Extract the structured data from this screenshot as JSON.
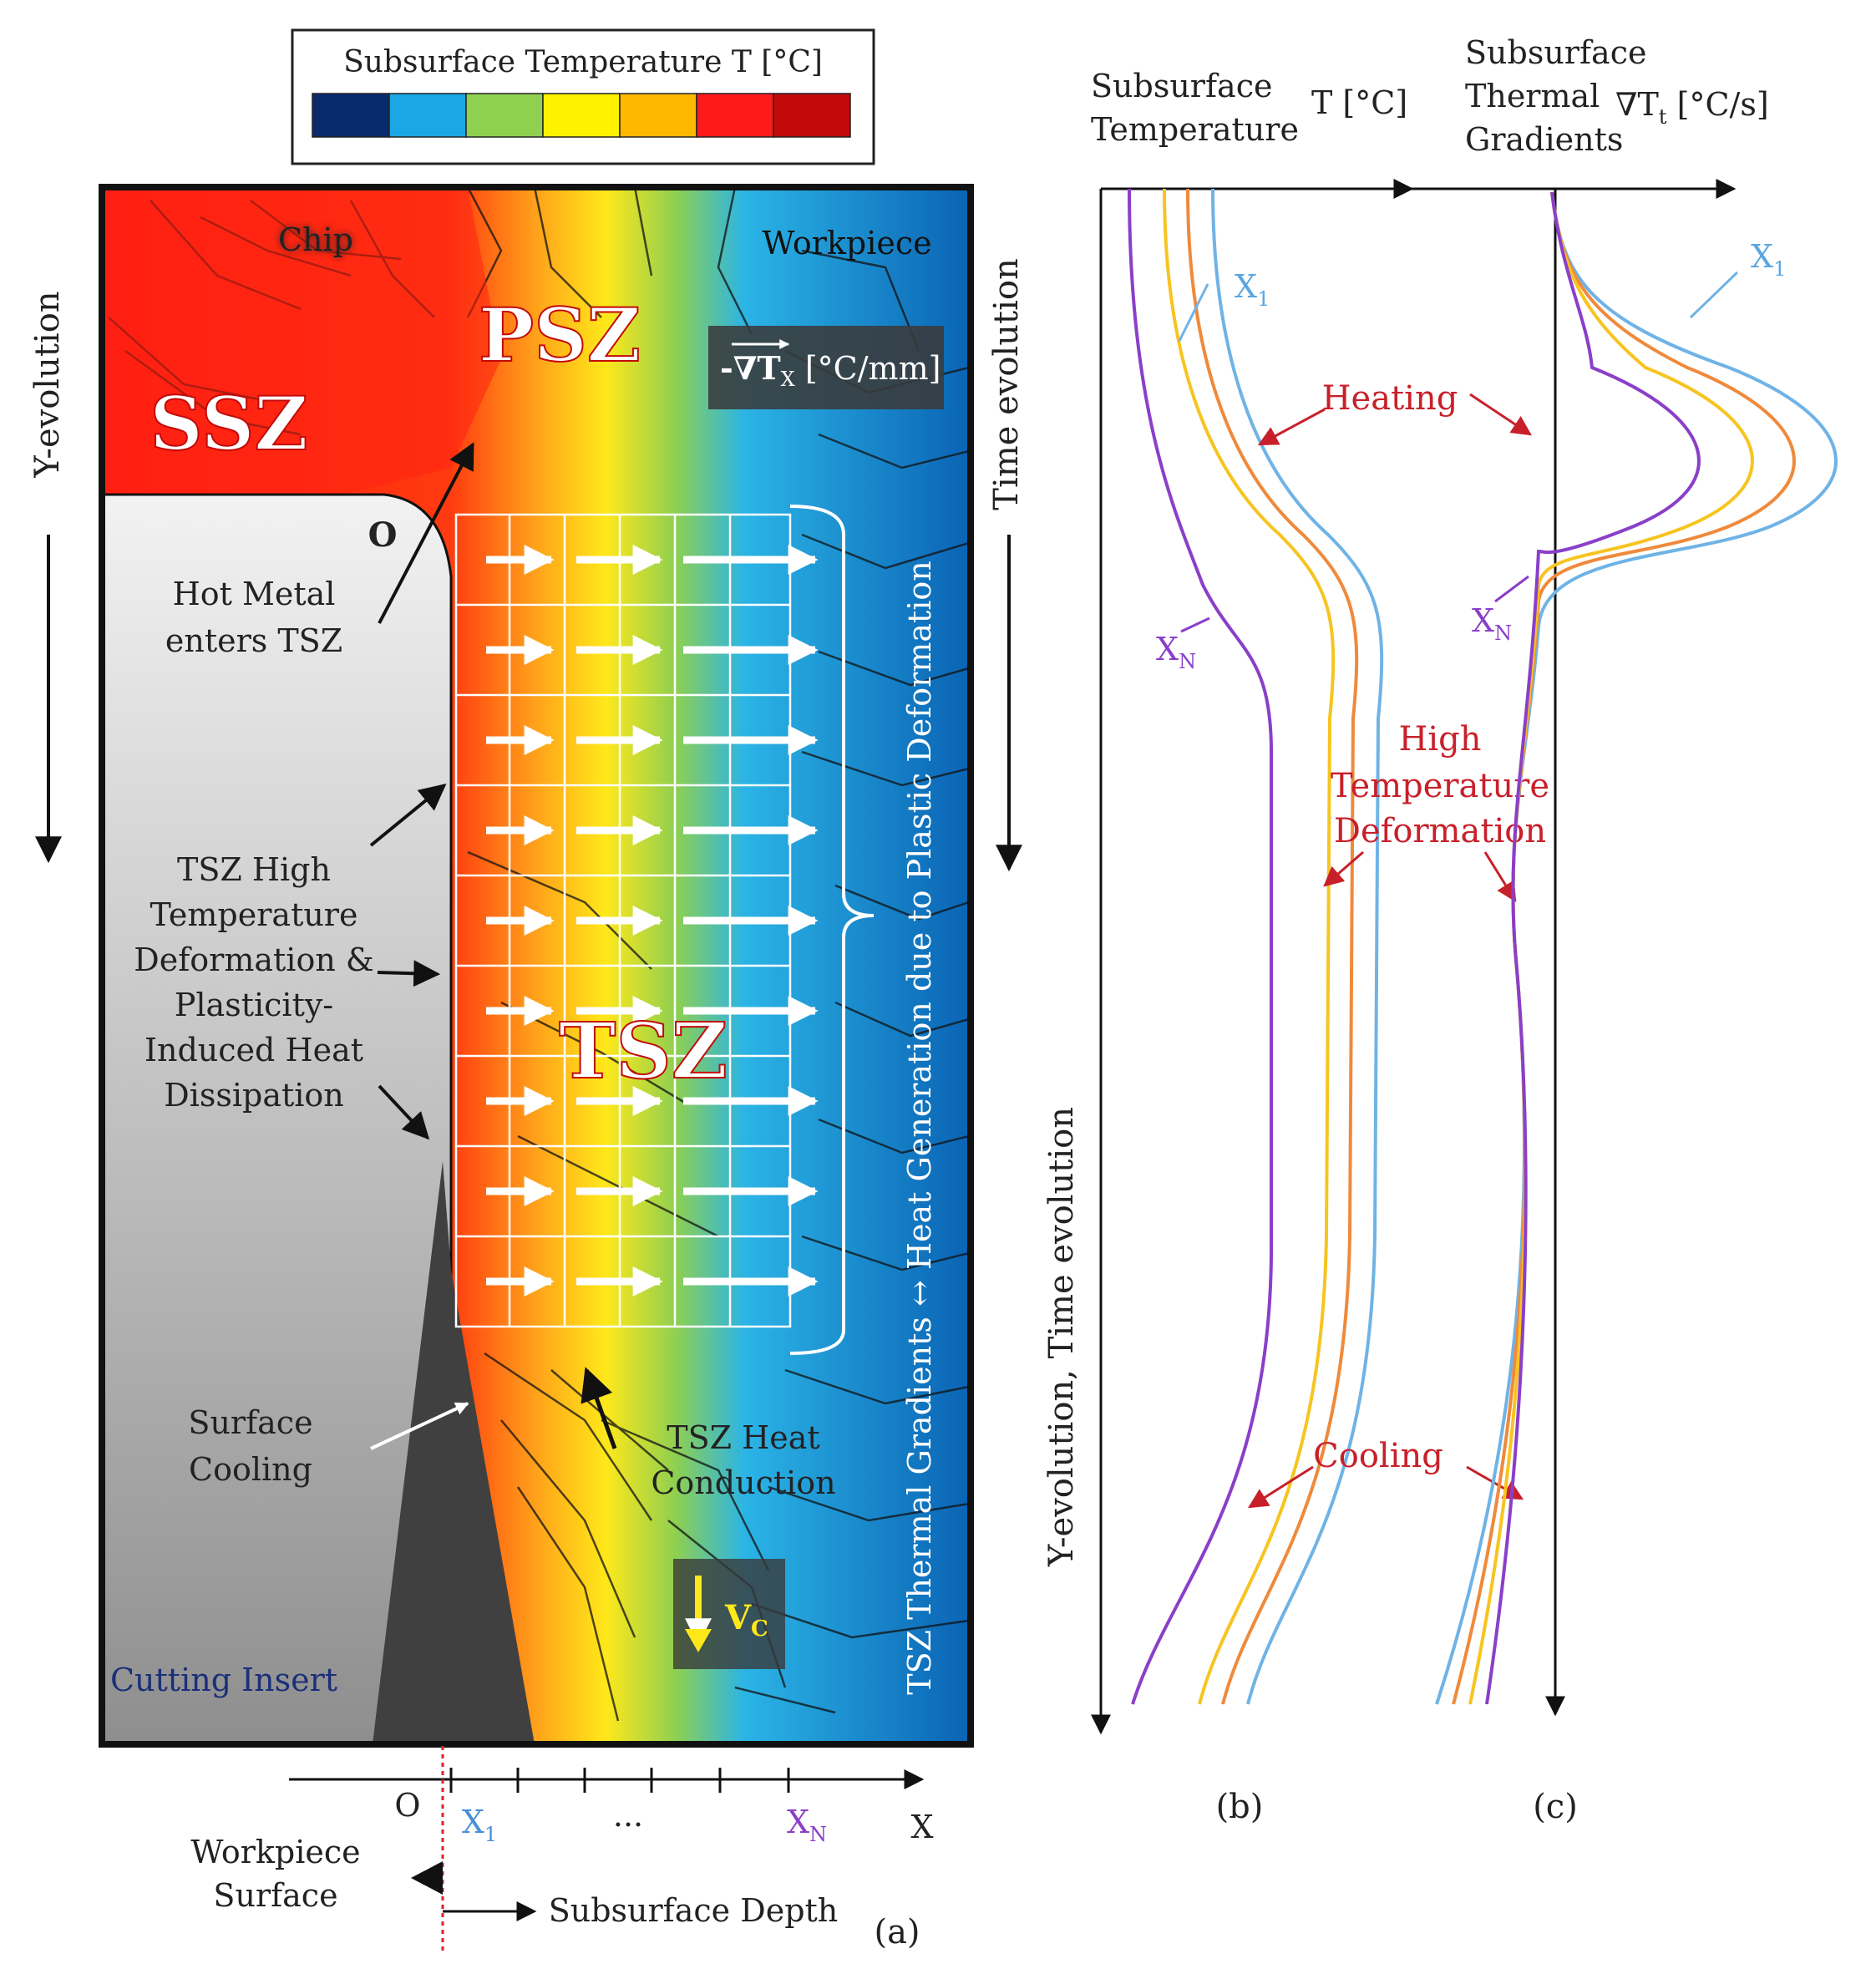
{
  "legend": {
    "title": "Subsurface Temperature T [°C]",
    "colors": [
      "#0a2a6e",
      "#1ba7e6",
      "#8fd050",
      "#fff200",
      "#ffb800",
      "#ff1a1a",
      "#c20a0a"
    ]
  },
  "panel_a": {
    "chip": "Chip",
    "workpiece": "Workpiece",
    "psz": "PSZ",
    "ssz": "SSZ",
    "tsz": "TSZ",
    "origin_o": "O",
    "grad_label": "-∇T",
    "grad_sub": "X",
    "grad_unit": " [°C/mm]",
    "y_evolution": "Y-evolution",
    "hot_metal_1": "Hot Metal",
    "hot_metal_2": "enters TSZ",
    "tsz_desc": [
      "TSZ High",
      "Temperature",
      "Deformation &",
      "Plasticity-",
      "Induced Heat",
      "Dissipation"
    ],
    "surface_cooling_1": "Surface",
    "surface_cooling_2": "Cooling",
    "cutting_insert": "Cutting Insert",
    "conduction_1": "TSZ Heat",
    "conduction_2": "Conduction",
    "vc": "V",
    "vc_sub": "C",
    "vertical_text": "TSZ Thermal Gradients ↔ Heat Generation due to Plastic Deformation",
    "time_evolution": "Time evolution",
    "axis_o": "O",
    "axis_x1": "X",
    "axis_x1_sub": "1",
    "axis_dots": "...",
    "axis_xn": "X",
    "axis_xn_sub": "N",
    "axis_x": "X",
    "workpiece_surface_1": "Workpiece",
    "workpiece_surface_2": "Surface",
    "subsurface_depth": "Subsurface Depth",
    "caption": "(a)"
  },
  "panel_b": {
    "title_1": "Subsurface",
    "title_2": "Temperature",
    "unit": "T [°C]",
    "x1": "X",
    "x1_sub": "1",
    "xn": "X",
    "xn_sub": "N",
    "heating": "Heating",
    "high_1": "High",
    "high_2": "Temperature",
    "high_3": "Deformation",
    "cooling": "Cooling",
    "y_axis": "Y-evolution, Time evolution",
    "caption": "(b)"
  },
  "panel_c": {
    "title_1": "Subsurface",
    "title_2": "Thermal",
    "title_3": "Gradients",
    "unit": "∇T",
    "unit_sub": "t",
    "unit_tail": " [°C/s]",
    "x1": "X",
    "x1_sub": "1",
    "xn": "X",
    "xn_sub": "N",
    "caption": "(c)"
  },
  "curve_colors": {
    "x1": "#6fb3e6",
    "mid1": "#ef8a3c",
    "mid2": "#f7c420",
    "xn": "#8a3fc9"
  }
}
